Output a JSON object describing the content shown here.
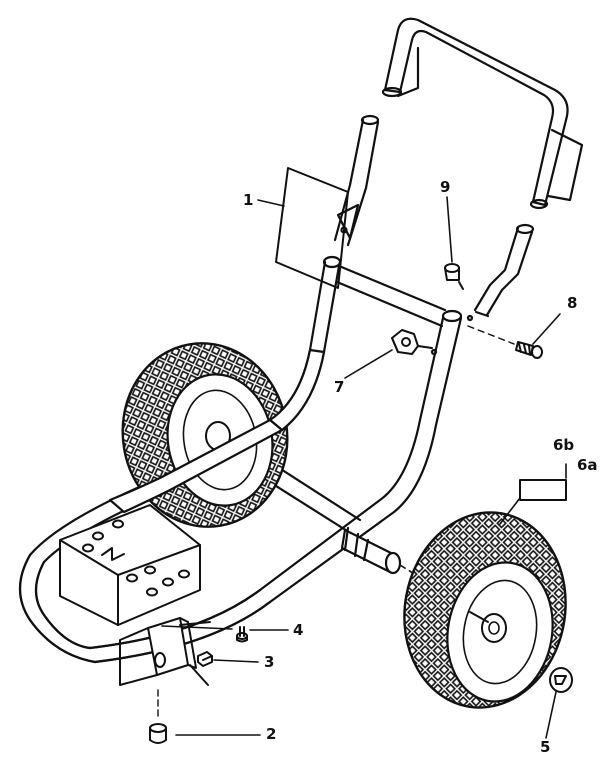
{
  "diagram": {
    "callouts": {
      "c1": "1",
      "c2": "2",
      "c3": "3",
      "c4": "4",
      "c5": "5",
      "c6a": "6a",
      "c6b": "6b",
      "c7": "7",
      "c8": "8",
      "c9": "9"
    },
    "line_color": "#111111",
    "paper_color": "#ffffff"
  }
}
